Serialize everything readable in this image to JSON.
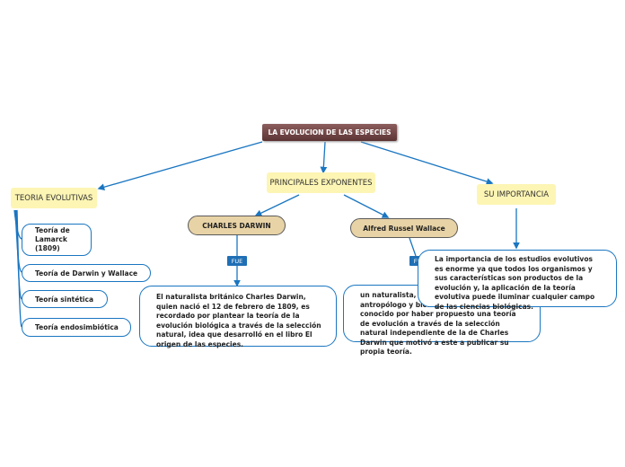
{
  "root": {
    "label": "LA EVOLUCION DE LAS ESPECIES"
  },
  "branches": {
    "teorias": "TEORIA EVOLUTIVAS",
    "exponentes": "PRINCIPALES EXPONENTES",
    "importancia": "SU IMPORTANCIA"
  },
  "teorias_list": [
    "Teoría de Lamarck (1809)",
    "Teoría de Darwin y Wallace",
    "Teoría sintética",
    "Teoría endosimbiótica"
  ],
  "exponentes": {
    "darwin": {
      "name": "CHARLES DARWIN",
      "link": "FUE",
      "description": "El naturalista británico Charles Darwin, quien nació el 12 de febrero de 1809, es recordado por plantear la teoría de la evolución biológica a través de la selección natural, idea que desarrolló en el libro El origen de las especies."
    },
    "wallace": {
      "name": "Alfred Russel Wallace",
      "link": "FUE",
      "description": "un naturalista, explorador, geógrafo, antropólogo y biólogo británico. Es conocido por haber propuesto una teoría de evolución a través de la selección natural independiente de la de Charles Darwin que motivó a este a publicar su propia teoría."
    }
  },
  "importancia": {
    "description": "La importancia de los estudios evolutivos es enorme ya que todos los organismos y sus características son productos de la evolución y, la aplicación de la teoría evolutiva puede iluminar cualquier campo de las ciencias biológicas."
  },
  "colors": {
    "edge": "#1a76c1",
    "root_bg": "#6e4444",
    "branch_bg": "#fdf5b4",
    "exponent_bg": "#e8d3a6",
    "link_bg": "#1f6fb5"
  }
}
